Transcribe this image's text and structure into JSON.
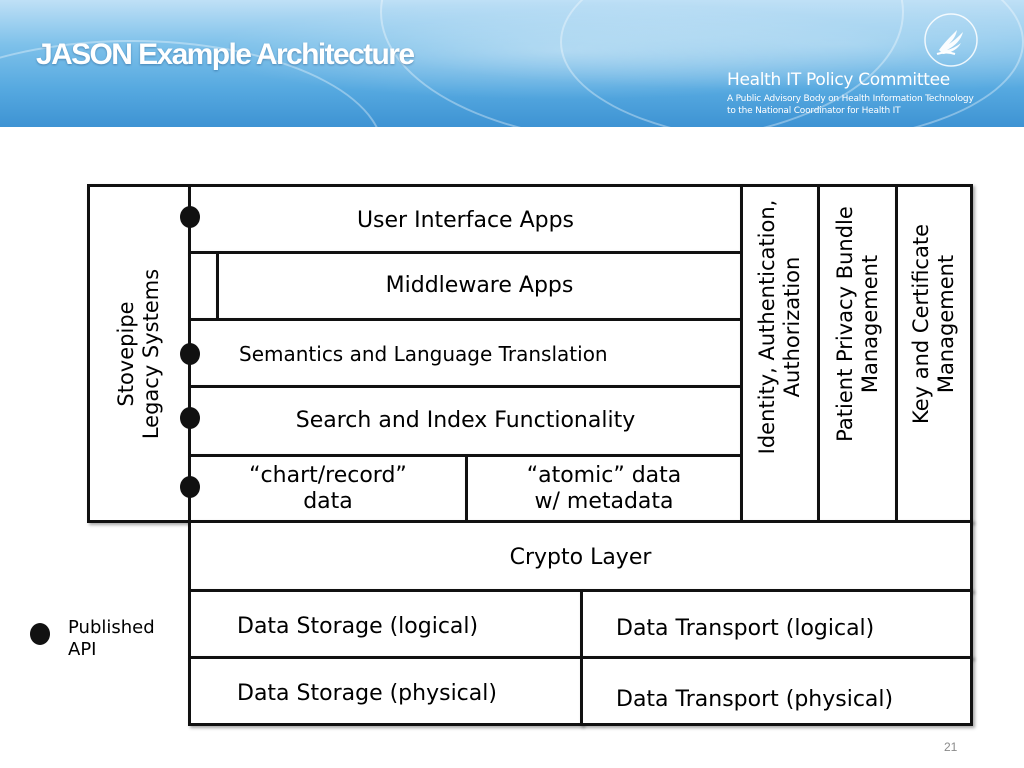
{
  "header": {
    "title": "JASON Example Architecture",
    "org_name": "Health IT Policy Committee",
    "org_subtitle_line1": "A Public Advisory Body on Health Information Technology",
    "org_subtitle_line2": "to the National Coordinator for Health IT",
    "logo_icon": "hhs-eagle-logo-icon"
  },
  "diagram": {
    "stovepipe": {
      "line1": "Stovepipe",
      "line2": "Legacy Systems"
    },
    "user_interface_apps": "User Interface Apps",
    "middleware_apps": "Middleware Apps",
    "semantics": "Semantics and Language Translation",
    "search_index": "Search and Index Functionality",
    "chart_record": {
      "line1": "“chart/record”",
      "line2": "data"
    },
    "atomic_data": {
      "line1": "“atomic” data",
      "line2": "w/ metadata"
    },
    "identity": {
      "line1": "Identity, Authentication,",
      "line2": "Authorization"
    },
    "privacy_bundle": {
      "line1": "Patient Privacy Bundle",
      "line2": "Management"
    },
    "key_certificate": {
      "line1": "Key and Certificate",
      "line2": "Management"
    },
    "crypto_layer": "Crypto Layer",
    "data_storage_logical": "Data Storage (logical)",
    "data_transport_logical": "Data Transport (logical)",
    "data_storage_physical": "Data Storage (physical)",
    "data_transport_physical": "Data Transport (physical)"
  },
  "legend": {
    "line1": "Published",
    "line2": "API",
    "marker_icon": "published-api-dot-icon"
  },
  "page_number": "21",
  "colors": {
    "banner_blue": "#56a9e0",
    "box_border": "#111111",
    "text": "#000000"
  }
}
